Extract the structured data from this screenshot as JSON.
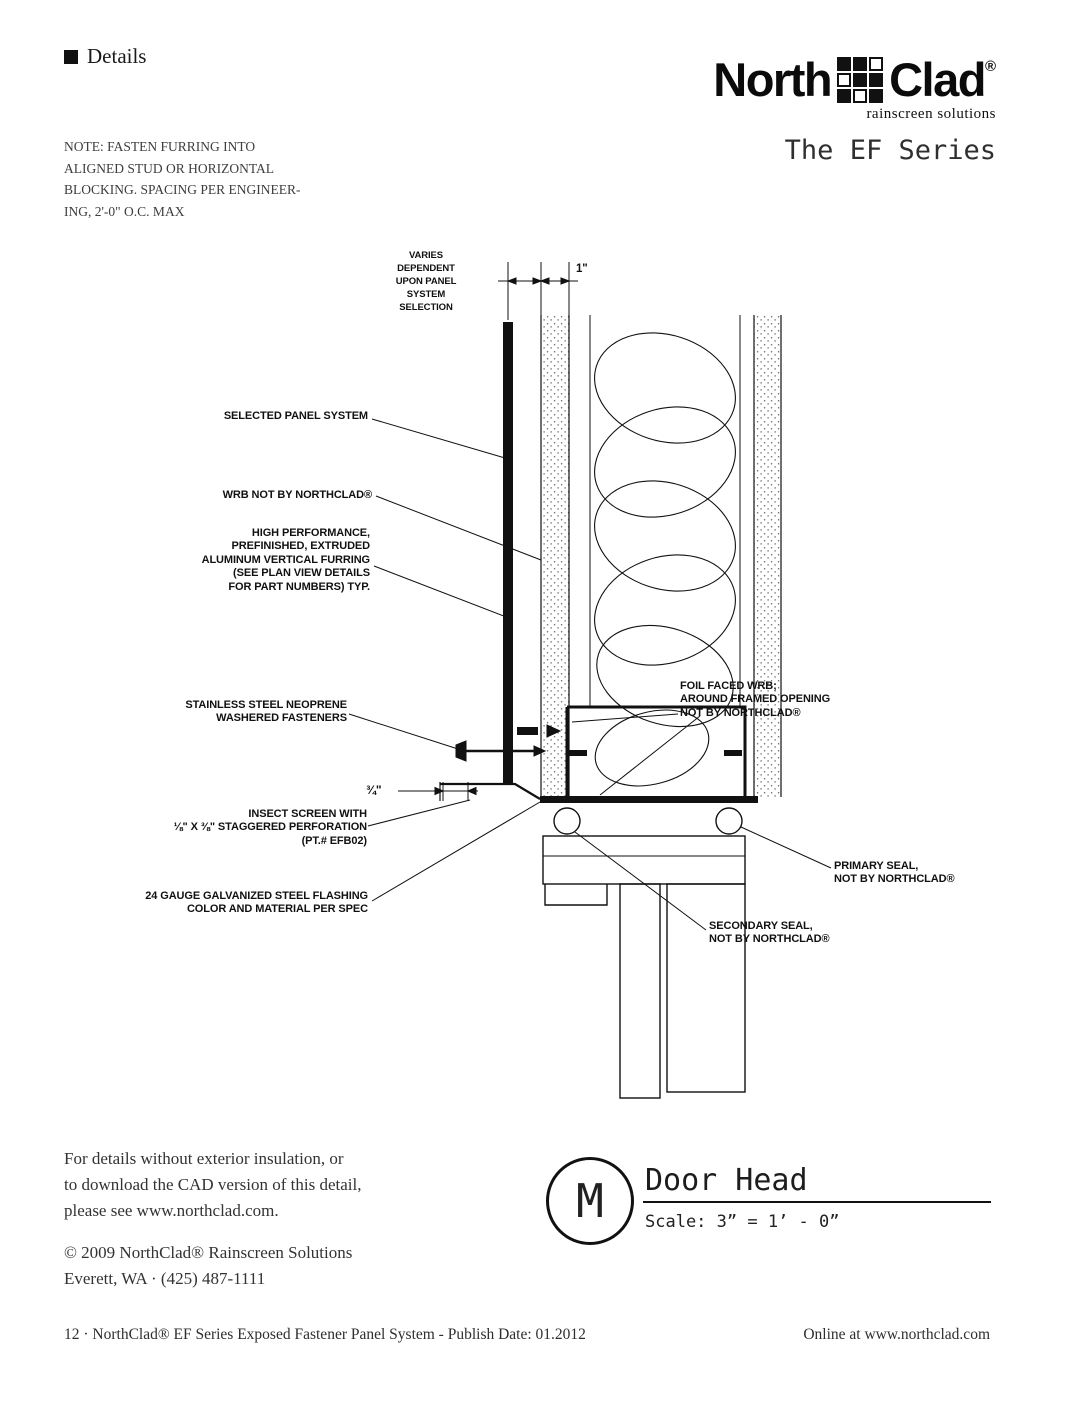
{
  "page": {
    "details_label": "Details",
    "footer_left": "12 · NorthClad® EF Series Exposed Fastener Panel System - Publish Date: 01.2012",
    "footer_right": "Online at www.northclad.com"
  },
  "brand": {
    "name_left": "North",
    "name_right": "Clad",
    "registered": "®",
    "tagline": "rainscreen solutions",
    "series": "The EF Series"
  },
  "note": "NOTE: FASTEN FURRING INTO\nALIGNED STUD OR HORIZONTAL\nBLOCKING. SPACING PER ENGINEER-\nING, 2'-0\" O.C. MAX",
  "drawing": {
    "labels": {
      "varies": "VARIES\nDEPENDENT\nUPON PANEL\nSYSTEM SELECTION",
      "dim_1in": "1\"",
      "selected_panel": "SELECTED PANEL SYSTEM",
      "wrb": "WRB NOT BY NORTHCLAD®",
      "furring": "HIGH PERFORMANCE,\nPREFINISHED, EXTRUDED\nALUMINUM VERTICAL FURRING\n(SEE PLAN VIEW DETAILS\nFOR PART NUMBERS) TYP.",
      "fasteners": "STAINLESS STEEL NEOPRENE\nWASHERED FASTENERS",
      "foil_wrb": "FOIL FACED WRB;\nAROUND FRAMED OPENING\nNOT BY NORTHCLAD®",
      "dim_3_4": "¾\"",
      "insect_screen": "INSECT SCREEN WITH\n⅛\" X ⅜\" STAGGERED PERFORATION\n(PT.# EFB02)",
      "flashing": "24 GAUGE GALVANIZED STEEL FLASHING\nCOLOR AND MATERIAL PER SPEC",
      "primary_seal": "PRIMARY SEAL,\nNOT BY NORTHCLAD®",
      "secondary_seal": "SECONDARY SEAL,\nNOT BY NORTHCLAD®"
    }
  },
  "titleblock": {
    "mark": "M",
    "title": "Door Head",
    "scale": "Scale: 3” = 1’ - 0”"
  },
  "bottom_text": {
    "cad_note": "For details without exterior insulation, or\nto download the CAD version of this detail,\nplease see www.northclad.com.",
    "copyright": "© 2009 NorthClad® Rainscreen Solutions\nEverett, WA · (425) 487-1111"
  }
}
